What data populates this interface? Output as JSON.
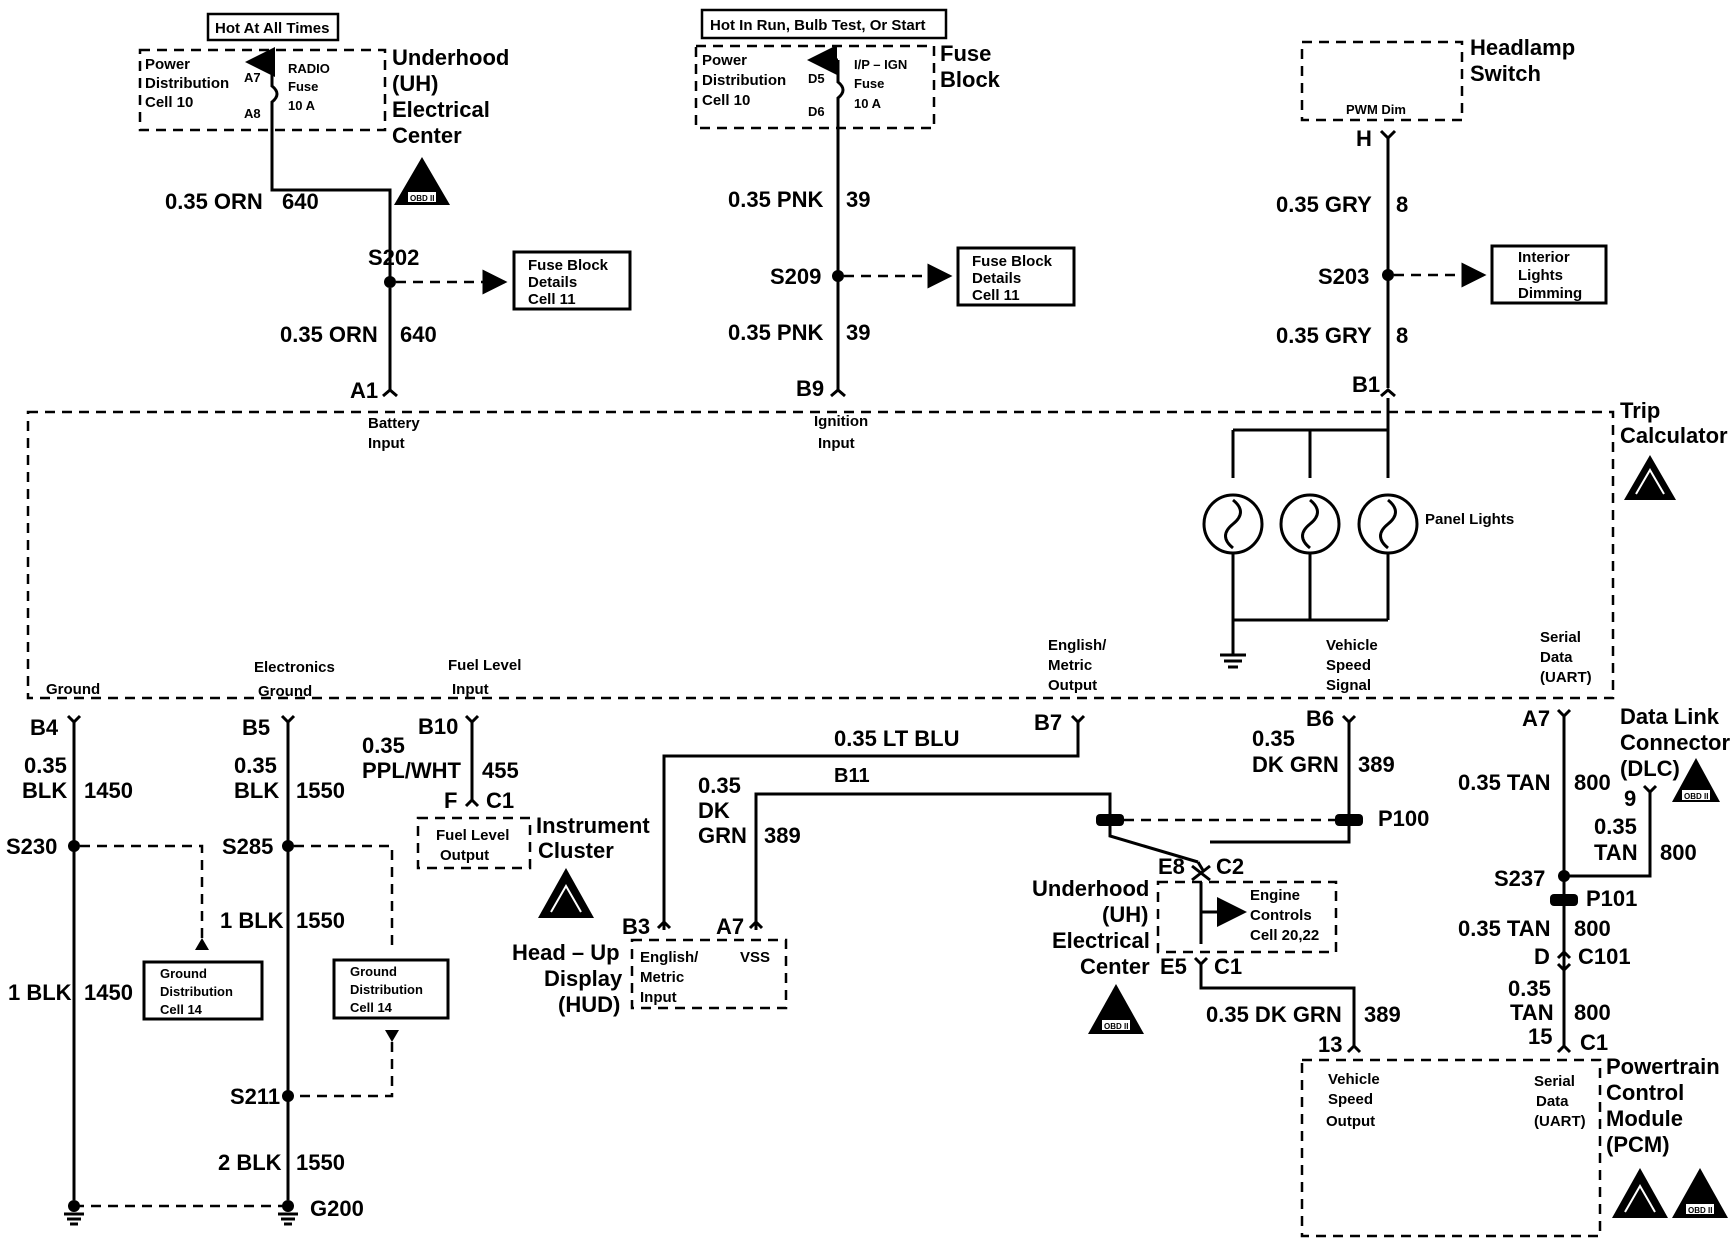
{
  "top": {
    "hot_at_all_times": "Hot At All Times",
    "hot_in_run": "Hot In Run, Bulb Test, Or Start",
    "uh_pdc_1": "Power",
    "uh_pdc_2": "Distribution",
    "uh_pdc_3": "Cell 10",
    "uh_a7": "A7",
    "uh_a8": "A8",
    "radio_fuse_1": "RADIO",
    "radio_fuse_2": "Fuse",
    "radio_fuse_3": "10 A",
    "uh_center_1": "Underhood",
    "uh_center_2": "(UH)",
    "uh_center_3": "Electrical",
    "uh_center_4": "Center",
    "fb_pdc_1": "Power",
    "fb_pdc_2": "Distribution",
    "fb_pdc_3": "Cell 10",
    "fb_d5": "D5",
    "fb_d6": "D6",
    "ign_fuse_1": "I/P – IGN",
    "ign_fuse_2": "Fuse",
    "ign_fuse_3": "10 A",
    "fuse_block_1": "Fuse",
    "fuse_block_2": "Block",
    "headlamp_1": "Headlamp",
    "headlamp_2": "Switch",
    "pwm_dim": "PWM Dim",
    "h_pin": "H"
  },
  "wires": {
    "orn_640_a": "0.35 ORN",
    "n640_a": "640",
    "s202": "S202",
    "orn_640_b": "0.35 ORN",
    "n640_b": "640",
    "pnk_39_a": "0.35 PNK",
    "n39_a": "39",
    "s209": "S209",
    "pnk_39_b": "0.35 PNK",
    "n39_b": "39",
    "gry_8_a": "0.35 GRY",
    "n8_a": "8",
    "s203": "S203",
    "gry_8_b": "0.35 GRY",
    "n8_b": "8",
    "fbd1_1": "Fuse Block",
    "fbd1_2": "Details",
    "fbd1_3": "Cell 11",
    "fbd2_1": "Fuse Block",
    "fbd2_2": "Details",
    "fbd2_3": "Cell 11",
    "ild_1": "Interior",
    "ild_2": "Lights",
    "ild_3": "Dimming"
  },
  "trip": {
    "a1": "A1",
    "battery_1": "Battery",
    "battery_2": "Input",
    "b9": "B9",
    "ign_1": "Ignition",
    "ign_2": "Input",
    "b1": "B1",
    "title_1": "Trip",
    "title_2": "Calculator",
    "panel_lights": "Panel Lights",
    "ground": "Ground",
    "elec_gnd_1": "Electronics",
    "elec_gnd_2": "Ground",
    "fuel_1": "Fuel Level",
    "fuel_2": "Input",
    "em_1": "English/",
    "em_2": "Metric",
    "em_3": "Output",
    "vss_1": "Vehicle",
    "vss_2": "Speed",
    "vss_3": "Signal",
    "sd_1": "Serial",
    "sd_2": "Data",
    "sd_3": "(UART)"
  },
  "lower": {
    "b4": "B4",
    "b4_g": "0.35",
    "b4_c": "BLK",
    "b4_n": "1450",
    "s230": "S230",
    "blk1450_c": "1 BLK",
    "blk1450_n": "1450",
    "b5": "B5",
    "b5_g": "0.35",
    "b5_c": "BLK",
    "b5_n": "1550",
    "s285": "S285",
    "blk1550_c": "1 BLK",
    "blk1550_n": "1550",
    "gd1_1": "Ground",
    "gd1_2": "Distribution",
    "gd1_3": "Cell 14",
    "gd2_1": "Ground",
    "gd2_2": "Distribution",
    "gd2_3": "Cell 14",
    "s211": "S211",
    "blk2_c": "2 BLK",
    "blk2_n": "1550",
    "g200": "G200",
    "b10": "B10",
    "ppl_g": "0.35",
    "ppl_c": "PPL/WHT",
    "ppl_n": "455",
    "f_pin": "F",
    "c1_ic": "C1",
    "flo_1": "Fuel Level",
    "flo_2": "Output",
    "ic_1": "Instrument",
    "ic_2": "Cluster",
    "b7": "B7",
    "ltblu": "0.35 LT BLU",
    "b11": "B11",
    "dkgrn_g": "0.35",
    "dkgrn_c1": "DK",
    "dkgrn_c2": "GRN",
    "dkgrn_n": "389",
    "b3": "B3",
    "a7_hud": "A7",
    "hud_em_1": "English/",
    "hud_em_2": "Metric",
    "hud_em_3": "Input",
    "hud_vss": "VSS",
    "hud_1": "Head – Up",
    "hud_2": "Display",
    "hud_3": "(HUD)",
    "b6": "B6",
    "b6_g": "0.35",
    "b6_c": "DK GRN",
    "b6_n": "389",
    "p100": "P100",
    "e8": "E8",
    "c2": "C2",
    "e5": "E5",
    "c1_uh": "C1",
    "ec_1": "Engine",
    "ec_2": "Controls",
    "ec_3": "Cell 20,22",
    "uh2_1": "Underhood",
    "uh2_2": "(UH)",
    "uh2_3": "Electrical",
    "uh2_4": "Center",
    "dkgrn389_c": "0.35 DK GRN",
    "dkgrn389_n": "389",
    "pin13": "13",
    "a7_sd": "A7",
    "tan800_a_c": "0.35 TAN",
    "tan800_a_n": "800",
    "dlc_1": "Data Link",
    "dlc_2": "Connector",
    "dlc_3": "(DLC)",
    "pin9": "9",
    "tan800_b_g": "0.35",
    "tan800_b_c": "TAN",
    "tan800_b_n": "800",
    "s237": "S237",
    "p101": "P101",
    "tan800_c_c": "0.35 TAN",
    "tan800_c_n": "800",
    "d_pin": "D",
    "c101": "C101",
    "tan800_d_g": "0.35",
    "tan800_d_c": "TAN",
    "tan800_d_n": "800",
    "pin15": "15",
    "c1_pcm": "C1",
    "pcm_vss_1": "Vehicle",
    "pcm_vss_2": "Speed",
    "pcm_vss_3": "Output",
    "pcm_sd_1": "Serial",
    "pcm_sd_2": "Data",
    "pcm_sd_3": "(UART)",
    "pcm_1": "Powertrain",
    "pcm_2": "Control",
    "pcm_3": "Module",
    "pcm_4": "(PCM)",
    "obd": "OBD II"
  }
}
